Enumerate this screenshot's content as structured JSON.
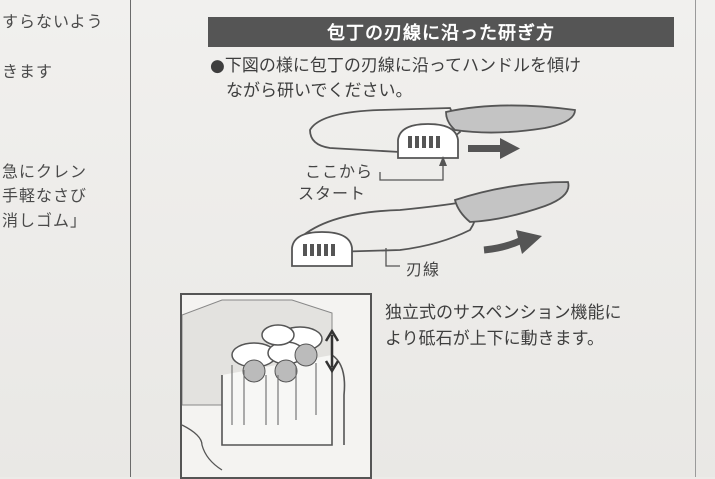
{
  "left_column": {
    "lines": [
      "すらないよう",
      "きます",
      "急にクレン",
      "手軽なさび",
      "消しゴム」"
    ]
  },
  "section": {
    "title": "包丁の刃線に沿った研ぎ方",
    "instruction_lines": [
      "●下図の様に包丁の刃線に沿ってハンドルを傾け",
      "ながら研いでください。"
    ]
  },
  "diagram": {
    "start_label_1": "ここから",
    "start_label_2": "スタート",
    "edge_label": "刃線"
  },
  "suspension": {
    "lines": [
      "独立式のサスペンション機能に",
      "より砥石が上下に動きます。"
    ]
  },
  "colors": {
    "header_bg": "#555555",
    "blade_fill": "#c4c4c4",
    "arrow": "#555555"
  }
}
